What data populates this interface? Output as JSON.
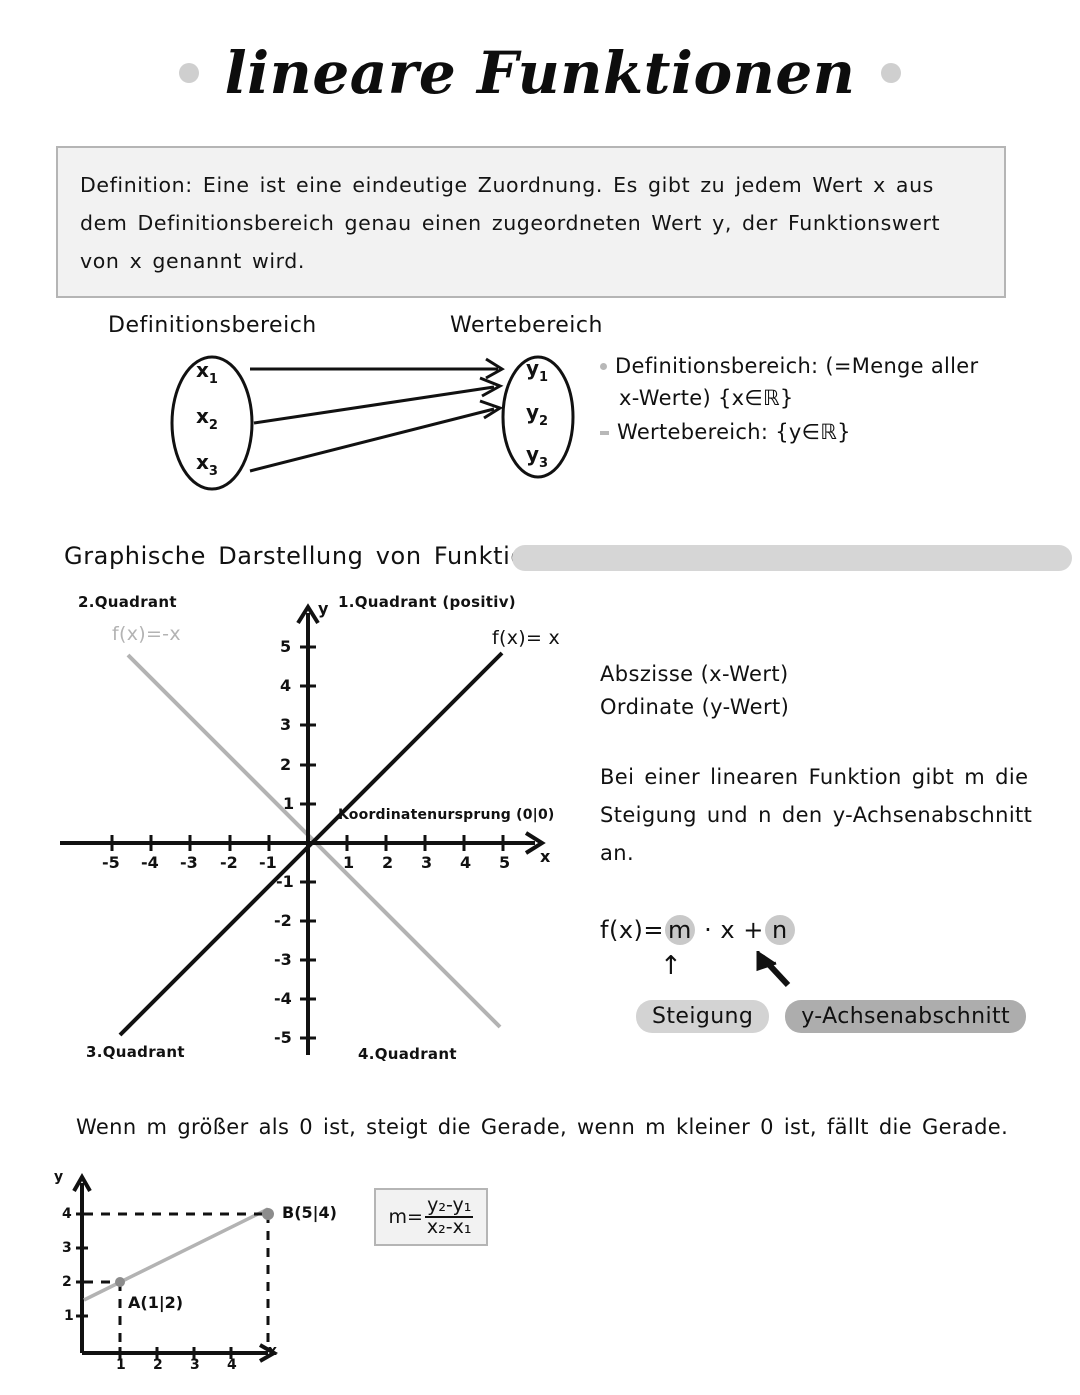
{
  "title": "lineare Funktionen",
  "definition": {
    "text": "Definition: Eine  ist eine  eindeutige  Zuordnung. Es gibt zu  jedem  Wert  x  aus dem  Definitionsbereich genau  einen  zugeordneten  Wert y, der Funktionswert von x  genannt wird."
  },
  "mapping": {
    "domain_label": "Definitionsbereich",
    "range_label": "Wertebereich",
    "domain_elements": [
      "x",
      "x",
      "x"
    ],
    "domain_subs": [
      "1",
      "2",
      "3"
    ],
    "range_elements": [
      "y",
      "y",
      "y"
    ],
    "range_subs": [
      "1",
      "2",
      "3"
    ],
    "notes": [
      {
        "line1": "Definitionsbereich: (=Menge aller",
        "line2": "x-Werte) {x∈ℝ}",
        "marker": "dot"
      },
      {
        "line1": "Wertebereich: {y∈ℝ}",
        "line2": "",
        "marker": "dash"
      }
    ]
  },
  "section": {
    "heading": "Graphische  Darstellung  von Funktionen"
  },
  "main_graph": {
    "quadrants": {
      "q2": "2.Quadrant",
      "q1": "1.Quadrant (positiv)",
      "q3": "3.Quadrant",
      "q4": "4.Quadrant"
    },
    "function_positive": "f(x)= x",
    "function_negative": "f(x)=-x",
    "origin_label": "Koordinatenursprung (0|0)",
    "axis_x_label": "x",
    "axis_y_label": "y",
    "x_ticks": [
      "-5",
      "-4",
      "-3",
      "-2",
      "-1",
      "1",
      "2",
      "3",
      "4",
      "5"
    ],
    "y_ticks": [
      "5",
      "4",
      "3",
      "2",
      "1",
      "-1",
      "-2",
      "-3",
      "-4",
      "-5"
    ]
  },
  "chart_data": {
    "type": "line",
    "title": "Graphische Darstellung von Funktionen",
    "xlabel": "x",
    "ylabel": "y",
    "xlim": [
      -5.8,
      5.8
    ],
    "ylim": [
      -5.8,
      5.8
    ],
    "grid": false,
    "series": [
      {
        "name": "f(x)= x",
        "color": "#111111",
        "slope": 1,
        "intercept": 0,
        "x": [
          -5,
          5
        ],
        "values": [
          -5,
          5
        ]
      },
      {
        "name": "f(x)=-x",
        "color": "#b3b3b3",
        "slope": -1,
        "intercept": 0,
        "x": [
          -5,
          5
        ],
        "values": [
          5,
          -5
        ]
      }
    ],
    "annotations": [
      "Koordinatenursprung (0|0)",
      "1.Quadrant (positiv)",
      "2.Quadrant",
      "3.Quadrant",
      "4.Quadrant"
    ]
  },
  "right_text": {
    "abszisse": "Abszisse (x-Wert)",
    "ordinate": "Ordinate (y-Wert)",
    "paragraph": "Bei  einer  linearen  Funktion  gibt  m die Steigung und  n den y-Achsenabschnitt an."
  },
  "formula": {
    "prefix": "f(x)=",
    "m": "m",
    "middle": " · x +",
    "n": "n",
    "badge_slope": "Steigung",
    "badge_intercept": "y-Achsenabschnitt"
  },
  "bottom_sentence": "Wenn m  größer  als 0  ist, steigt  die Gerade, wenn  m  kleiner  0 ist, fällt  die Gerade.",
  "bottom_graph": {
    "axis_x_label": "x",
    "axis_y_label": "y",
    "x_ticks": [
      "1",
      "2",
      "3",
      "4"
    ],
    "y_ticks": [
      "4",
      "3",
      "2",
      "1"
    ],
    "point_a": "A(1|2)",
    "point_b": "B(5|4)",
    "points": [
      {
        "label": "A(1|2)",
        "x": 1,
        "y": 2
      },
      {
        "label": "B(5|4)",
        "x": 5,
        "y": 4
      }
    ]
  },
  "slope_formula": {
    "lhs": "m=",
    "numerator": "y₂-y₁",
    "denominator": "x₂-x₁"
  },
  "colors": {
    "ink": "#111111",
    "gray_line": "#b3b3b3",
    "box_fill": "#f2f2f2",
    "box_border": "#b5b5b5",
    "bar": "#d6d6d6",
    "badge_light": "#d3d3d3",
    "badge_dark": "#adadad"
  }
}
